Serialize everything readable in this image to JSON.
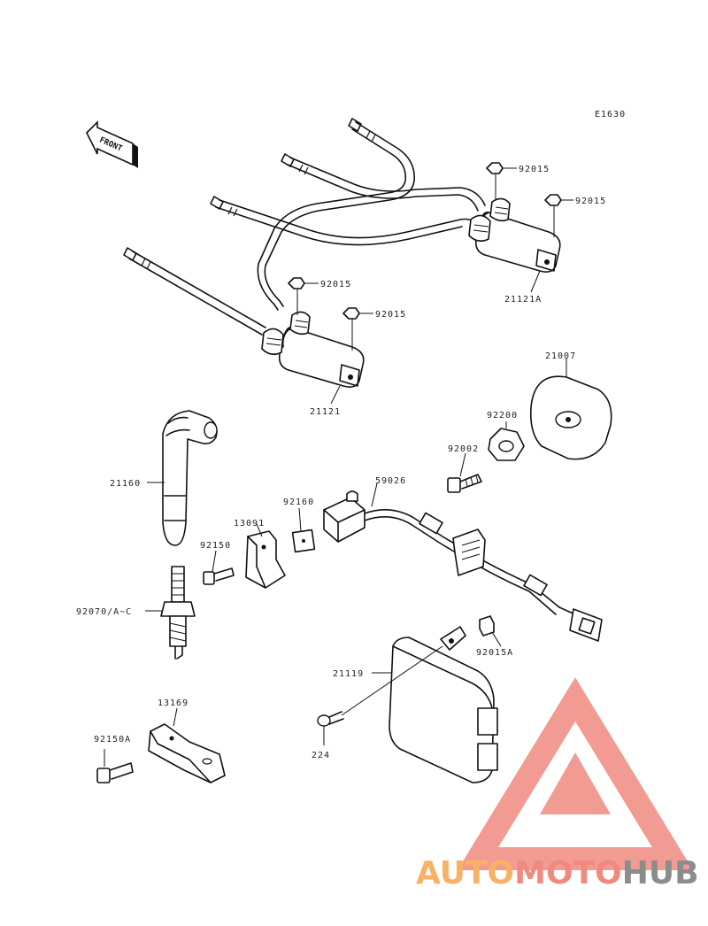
{
  "diagram": {
    "code": "E1630",
    "front_label": "FRONT",
    "callouts": {
      "n92015_a": "92015",
      "n92015_b": "92015",
      "n92015_c": "92015",
      "n92015_d": "92015",
      "n21121A": "21121A",
      "n21121": "21121",
      "n21007": "21007",
      "n92200": "92200",
      "n92002": "92002",
      "n21160": "21160",
      "n92160": "92160",
      "n59026": "59026",
      "n13091": "13091",
      "n92150": "92150",
      "n92070": "92070/A~C",
      "n92015A": "92015A",
      "n21119": "21119",
      "n13169": "13169",
      "n92150A": "92150A",
      "n224": "224"
    }
  },
  "watermark": {
    "part1": "AUTO",
    "part2": "MOTO",
    "part3": "HUB",
    "color_orange": "#f7b267",
    "color_red": "#f08a80",
    "color_gray": "#8c8c8c",
    "logo_color": "#f08a80"
  }
}
